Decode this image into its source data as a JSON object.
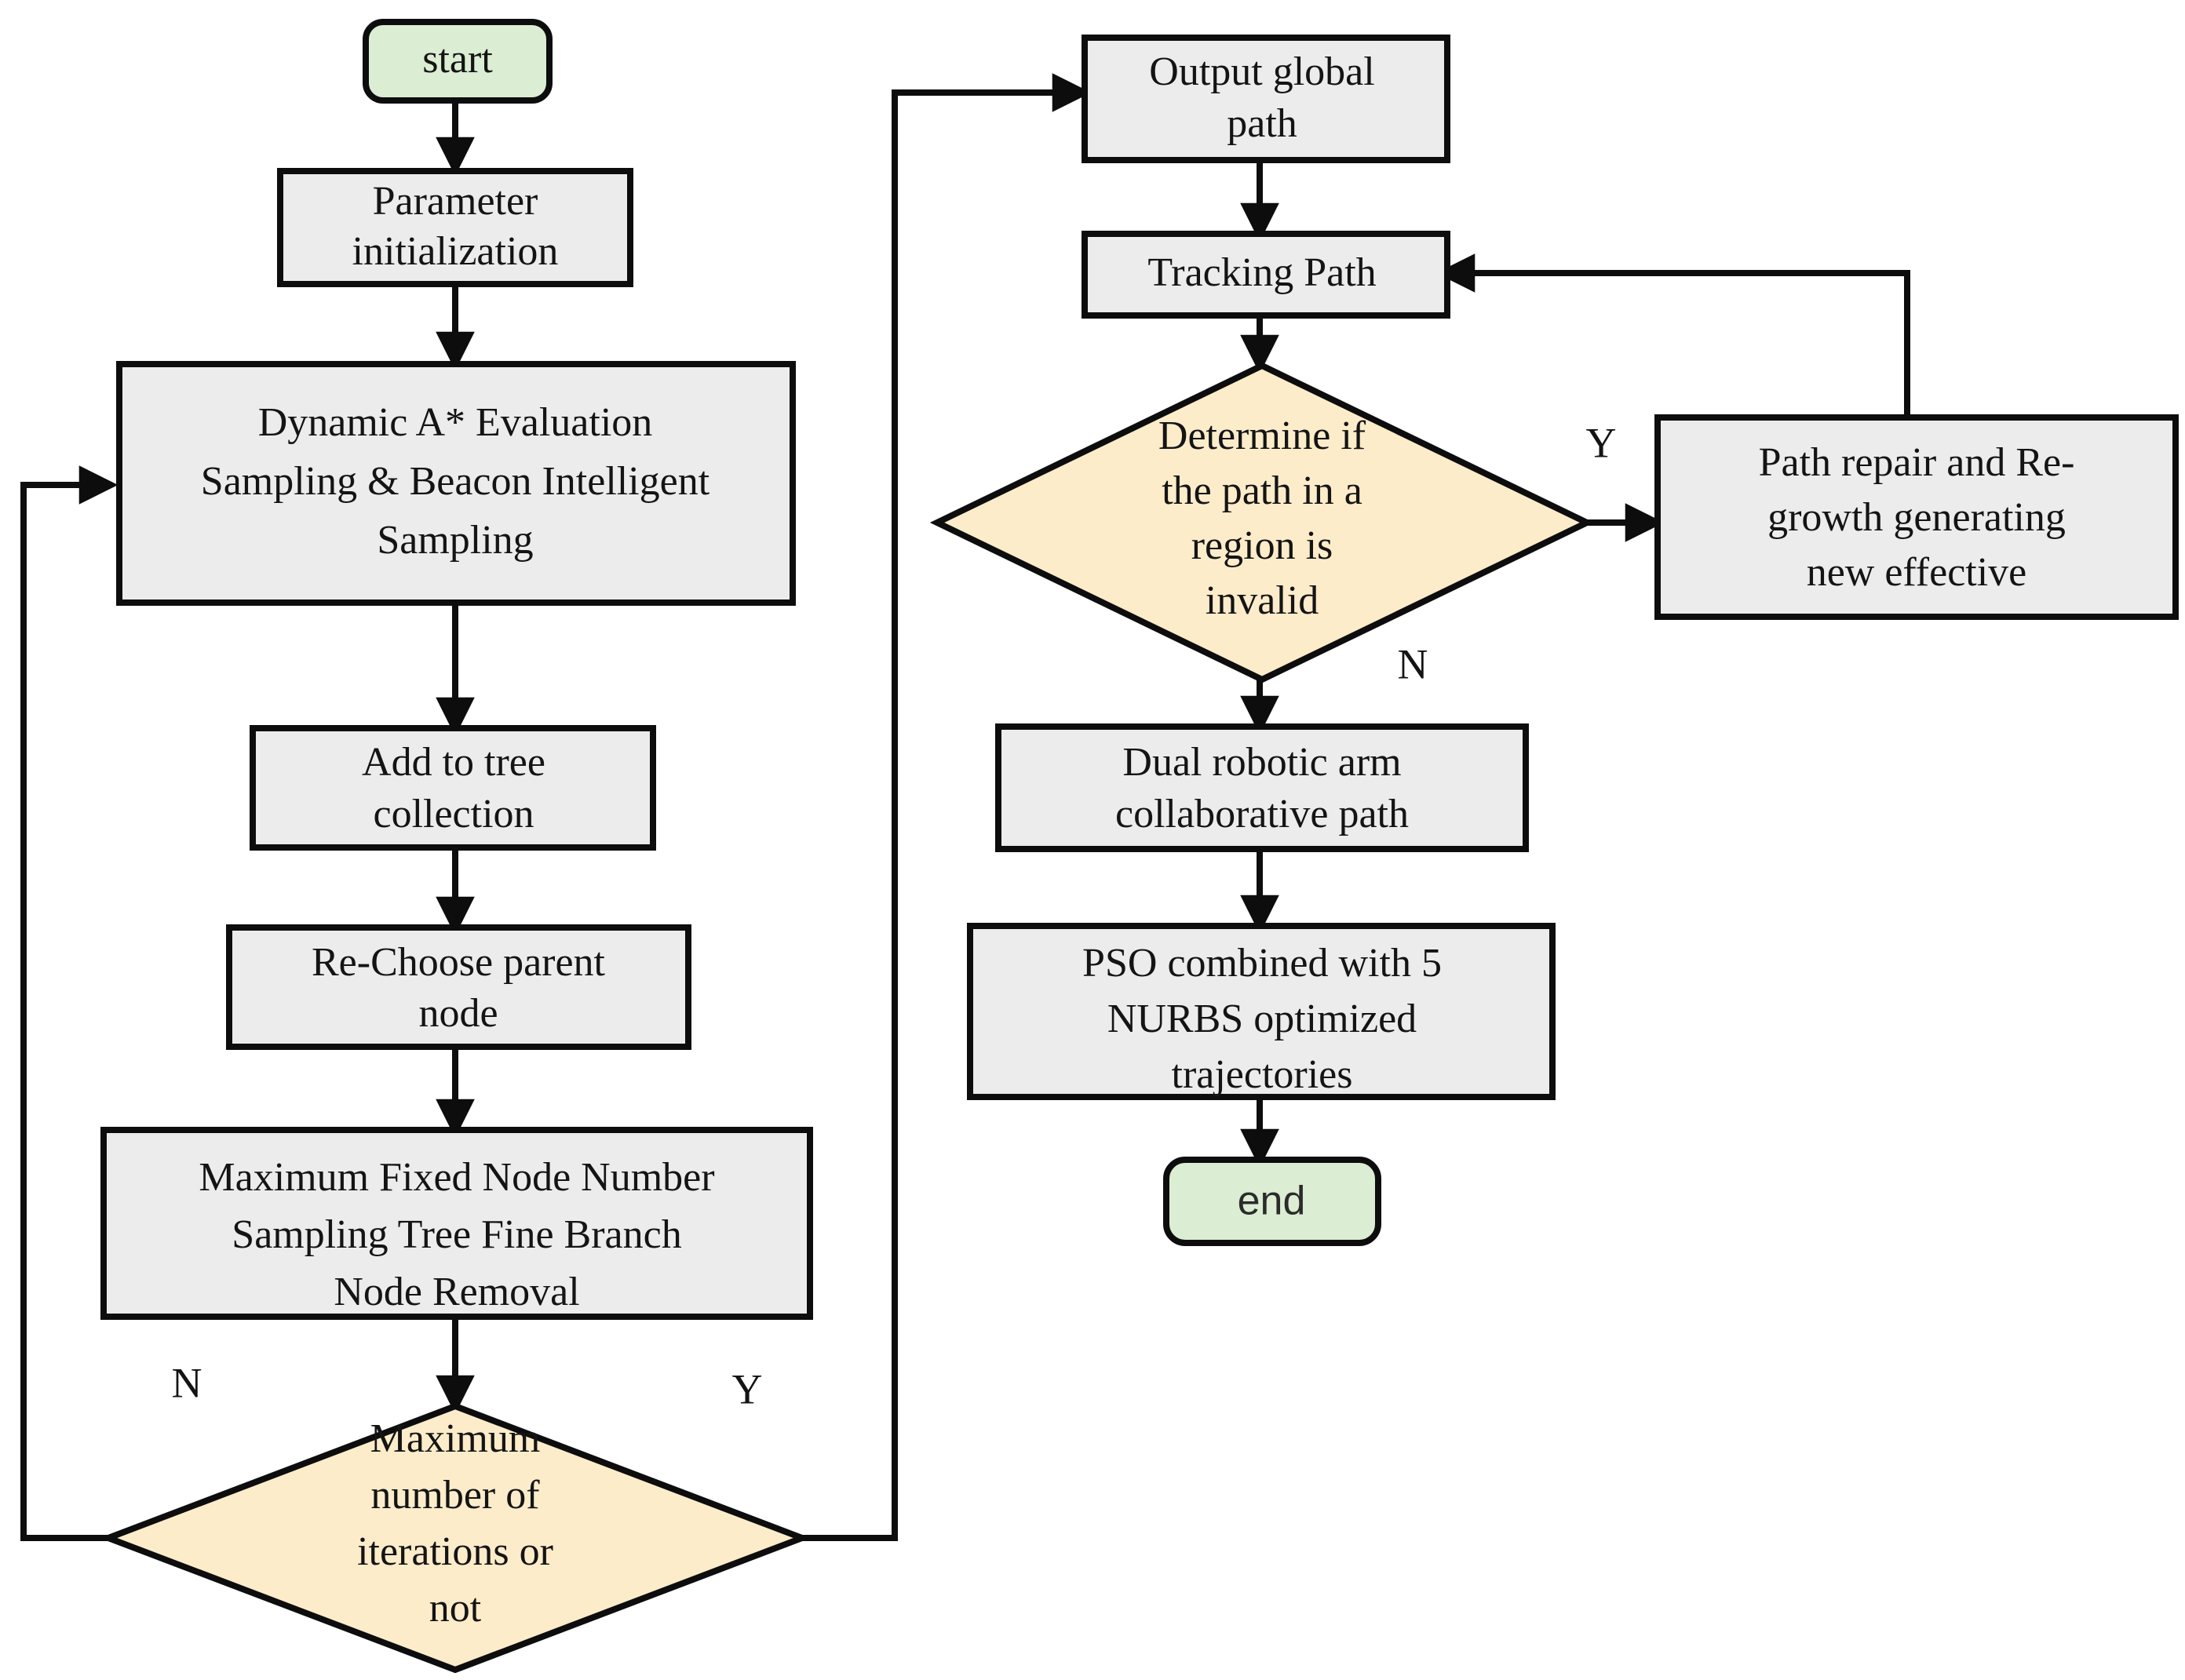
{
  "diagram": {
    "title": "Algorithm flowchart",
    "colors": {
      "process_fill": "#ececec",
      "terminal_fill": "#dbedd2",
      "decision_fill": "#fcecca",
      "stroke": "#0d0d0d",
      "background": "#ffffff"
    },
    "nodes": {
      "start": {
        "label": "start",
        "type": "terminal"
      },
      "param_init": {
        "line1": "Parameter",
        "line2": "initialization",
        "type": "process"
      },
      "dynamic_astar": {
        "line1": "Dynamic A* Evaluation",
        "line2": "Sampling & Beacon Intelligent",
        "line3": "Sampling",
        "type": "process"
      },
      "add_tree": {
        "line1": "Add to tree",
        "line2": "collection",
        "type": "process"
      },
      "rechoose_parent": {
        "line1": "Re-Choose parent",
        "line2": "node",
        "type": "process"
      },
      "max_fixed_node": {
        "line1": "Maximum Fixed Node Number",
        "line2": "Sampling Tree Fine Branch",
        "line3": "Node Removal",
        "type": "process"
      },
      "max_iterations": {
        "line1": "Maximum",
        "line2": "number of",
        "line3": "iterations or",
        "line4": "not",
        "type": "decision"
      },
      "output_global_path": {
        "line1": "Output global",
        "line2": "path",
        "type": "process"
      },
      "tracking_path": {
        "line1": "Tracking Path",
        "type": "process"
      },
      "path_invalid": {
        "line1": "Determine if",
        "line2": "the path in a",
        "line3": "region is",
        "line4": "invalid",
        "type": "decision"
      },
      "path_repair": {
        "line1": "Path repair and Re-",
        "line2": "growth generating",
        "line3": "new effective",
        "type": "process"
      },
      "dual_arm": {
        "line1": "Dual robotic arm",
        "line2": "collaborative path",
        "type": "process"
      },
      "pso_nurbs": {
        "line1": "PSO combined with 5",
        "line2": "NURBS optimized",
        "line3": "trajectories",
        "type": "process"
      },
      "end": {
        "label": "end",
        "type": "terminal"
      }
    },
    "edge_labels": {
      "iterations_no": "N",
      "iterations_yes": "Y",
      "invalid_yes": "Y",
      "invalid_no": "N"
    }
  }
}
